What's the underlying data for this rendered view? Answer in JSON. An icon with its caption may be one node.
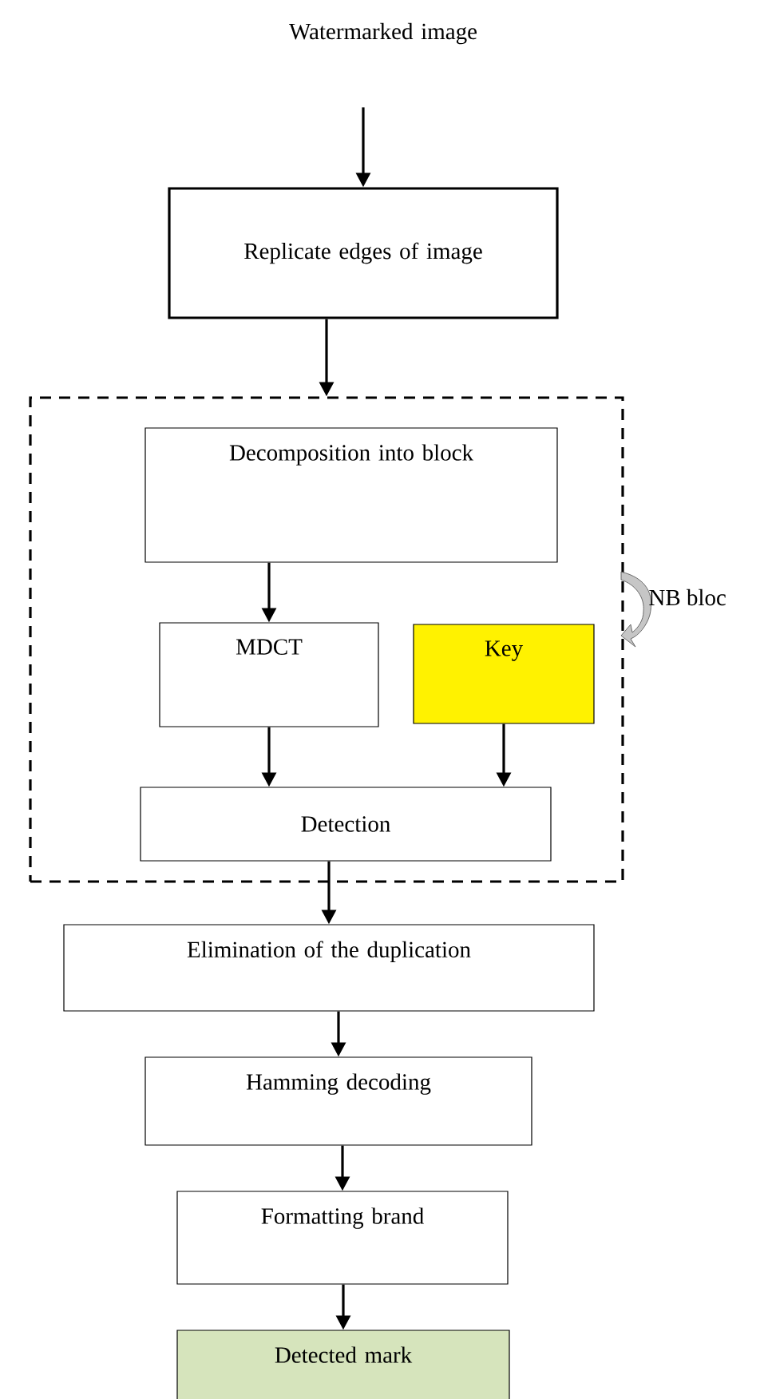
{
  "diagram": {
    "nodes": [
      {
        "text": [
          "Watermarked image"
        ]
      },
      {
        "text": [
          "Replicate edges of image"
        ]
      },
      {
        "text": [],
        "shape": "box",
        "beside": [
          "NB bloc"
        ]
      },
      {
        "text": [
          "Decomposition into block"
        ],
        "in": 2
      },
      {
        "text": [
          "MDCT"
        ],
        "in": 2
      },
      {
        "text": [
          "Key"
        ],
        "in": 2
      },
      {
        "text": [
          "Detection"
        ],
        "in": 2
      },
      {
        "text": [
          "Elimination of the duplication"
        ]
      },
      {
        "text": [
          "Hamming decoding"
        ]
      },
      {
        "text": [
          "Formatting brand"
        ]
      },
      {
        "text": [
          "Detected mark"
        ]
      }
    ],
    "edges": [
      {
        "from": 0,
        "to": 1,
        "arrow": "to"
      },
      {
        "from": 1,
        "to": 2,
        "arrow": "to"
      },
      {
        "from": 3,
        "to": 4,
        "arrow": "to"
      },
      {
        "from": 4,
        "to": 6,
        "arrow": "to"
      },
      {
        "from": 5,
        "to": 6,
        "arrow": "to"
      },
      {
        "from": 6,
        "to": 7,
        "arrow": "to"
      },
      {
        "from": 7,
        "to": 8,
        "arrow": "to"
      },
      {
        "from": 8,
        "to": 9,
        "arrow": "to"
      },
      {
        "from": 9,
        "to": 10,
        "arrow": "to"
      }
    ]
  }
}
